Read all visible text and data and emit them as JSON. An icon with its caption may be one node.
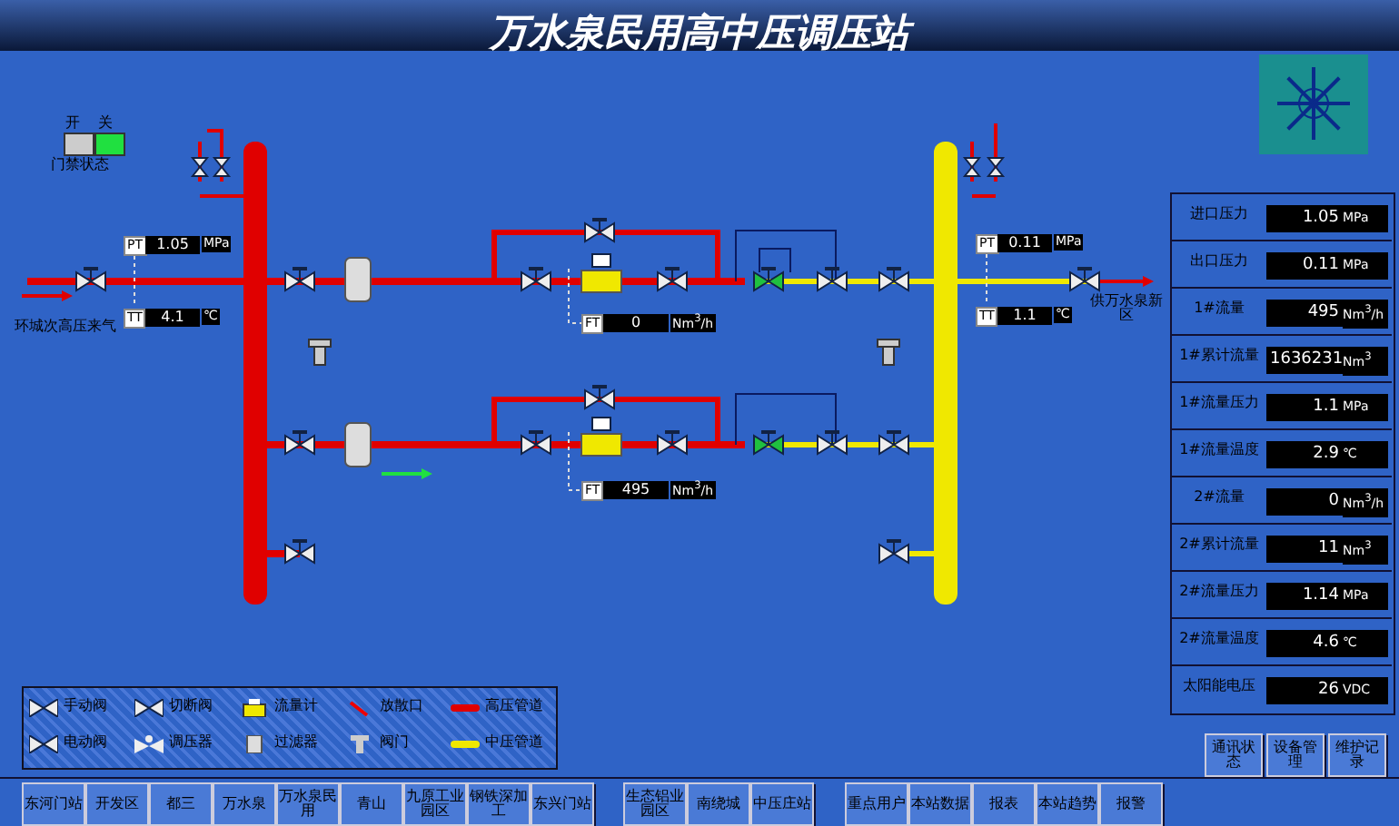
{
  "diagram": {
    "title": "万水泉民用高中压调压站",
    "nodes": [
      {
        "text": [
          "PT"
        ],
        "beside": [
          "1.05",
          "MPa"
        ]
      },
      {
        "text": [
          "TT"
        ],
        "beside": [
          "4.1",
          "℃"
        ]
      },
      {
        "text": [
          "PT"
        ],
        "beside": [
          "0.11",
          "MPa"
        ]
      },
      {
        "text": [
          "TT"
        ],
        "beside": [
          "1.1",
          "℃"
        ]
      },
      {
        "text": [
          "FT"
        ],
        "beside": [
          "0",
          "Nm$^{3}$/h"
        ]
      },
      {
        "text": [
          "FT"
        ],
        "beside": [
          "495",
          "Nm$^{3}$/h"
        ]
      }
    ],
    "edges": [
      {
        "from": 0,
        "to": 1,
        "arrow": "none",
        "style": "dashed"
      },
      {
        "from": 2,
        "to": 3,
        "arrow": "none",
        "style": "dashed"
      }
    ],
    "labels": [
      "开",
      "关",
      "门禁状态",
      "环城次高压来气",
      "供万水泉新区",
      "进口压力",
      "1.05",
      "MPa",
      "出口压力",
      "0.11",
      "MPa",
      "1#流量",
      "495",
      "Nm$^{3}$/h",
      "1#累计流量",
      "1636231",
      "Nm$^{3}$",
      "1#流量压力",
      "1.1",
      "MPa",
      "1#流量温度",
      "2.9",
      "℃",
      "2#流量",
      "0",
      "Nm$^{3}$/h",
      "2#累计流量",
      "11",
      "Nm$^{3}$",
      "2#流量压力",
      "1.14",
      "MPa",
      "2#流量温度",
      "4.6",
      "℃",
      "太阳能电压",
      "26",
      "VDC",
      "通讯状态",
      "设备管理",
      "维护记录",
      "东河门站",
      "开发区",
      "都三",
      "万水泉",
      "万水泉民用",
      "青山",
      "九原工业园区",
      "钢铁深加工",
      "东兴门站",
      "生态铝业园区",
      "南绕城",
      "中压庄站",
      "重点用户",
      "本站数据",
      "报表",
      "本站趋势",
      "报警"
    ],
    "legend": [
      {
        "text": "手动阀"
      },
      {
        "text": "切断阀"
      },
      {
        "text": "流量计"
      },
      {
        "text": "放散口"
      },
      {
        "text": "高压管道"
      },
      {
        "text": "电动阀"
      },
      {
        "text": "调压器"
      },
      {
        "text": "过滤器"
      },
      {
        "text": "阀门"
      },
      {
        "text": "中压管道"
      }
    ]
  }
}
